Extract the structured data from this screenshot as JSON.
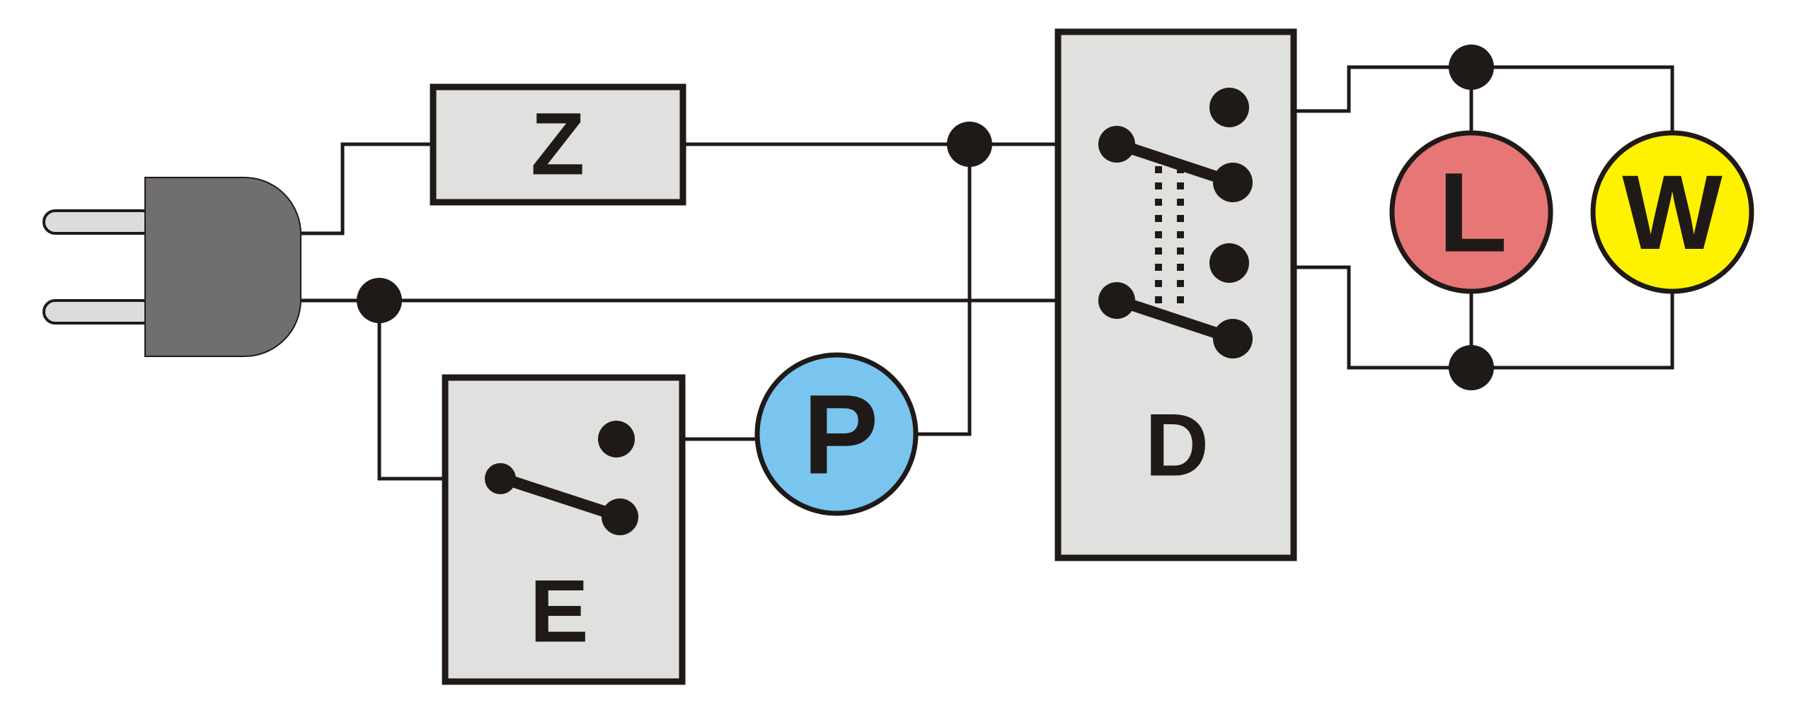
{
  "components": {
    "z": {
      "label": "Z"
    },
    "e": {
      "label": "E"
    },
    "p": {
      "label": "P",
      "color": "#7ac4f0"
    },
    "d": {
      "label": "D"
    },
    "l": {
      "label": "L",
      "color": "#e77776"
    },
    "w": {
      "label": "W",
      "color": "#fff200"
    }
  },
  "colors": {
    "line": "#1f1a17",
    "box_fill": "#e0e0df",
    "plug_body": "#706e6e",
    "plug_pin": "#dcdcdb"
  }
}
